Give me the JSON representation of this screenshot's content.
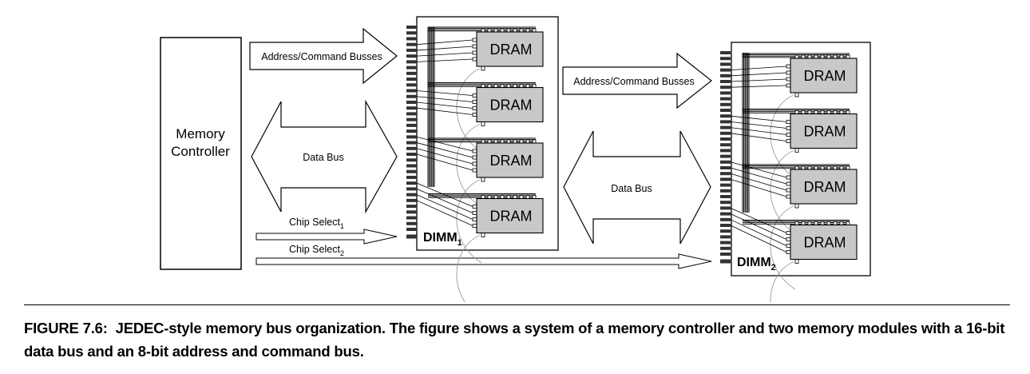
{
  "controller": {
    "label_line1": "Memory",
    "label_line2": "Controller"
  },
  "buses": {
    "address_command": "Address/Command Busses",
    "data": "Data Bus",
    "chip_select_base": "Chip Select",
    "chip_select_1_sub": "1",
    "chip_select_2_sub": "2"
  },
  "dimms": [
    {
      "name_base": "DIMM",
      "sub": "1",
      "chips": [
        "DRAM",
        "DRAM",
        "DRAM",
        "DRAM"
      ]
    },
    {
      "name_base": "DIMM",
      "sub": "2",
      "chips": [
        "DRAM",
        "DRAM",
        "DRAM",
        "DRAM"
      ]
    }
  ],
  "caption": {
    "label": "FIGURE 7.6:",
    "text": "JEDEC-style memory bus organization. The figure shows a system of a memory controller and two memory modules with a 16-bit data bus and an 8-bit address and command bus."
  },
  "colors": {
    "chip_fill": "#c8c8c8",
    "line": "#000000",
    "wire_gray": "#9a9a9a"
  }
}
